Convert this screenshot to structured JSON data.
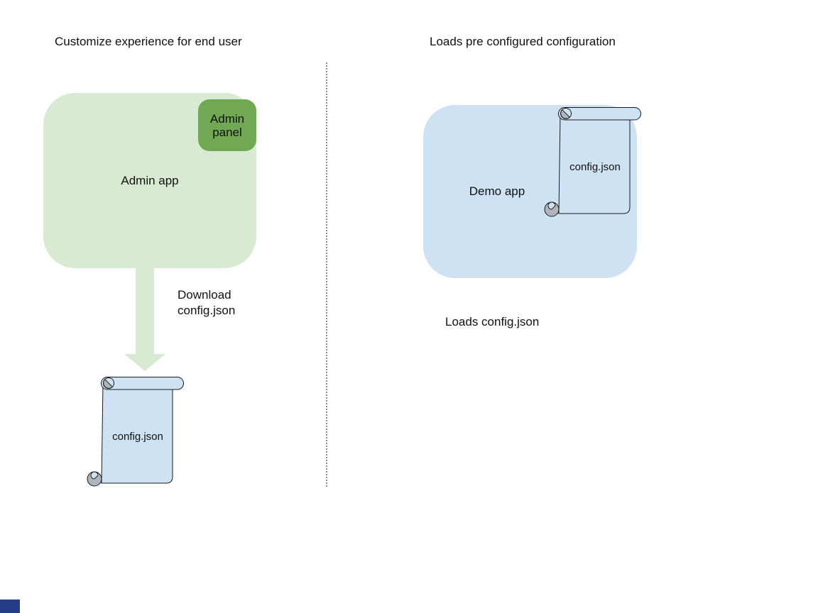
{
  "colors": {
    "light-green": "#d9ead3",
    "dark-green": "#70a854",
    "light-blue": "#cfe2f3",
    "curl-grey": "#b0b5bb",
    "divider-grey": "#8f8f8f",
    "text": "#111111",
    "corner-blue": "#243f87"
  },
  "left": {
    "title": "Customize experience for end user",
    "app_label": "Admin app",
    "panel_label": "Admin\npanel",
    "arrow_label": "Download\nconfig.json",
    "scroll_label": "config.json"
  },
  "right": {
    "title": "Loads pre configured configuration",
    "app_label": "Demo app",
    "scroll_label": "config.json",
    "caption": "Loads config.json"
  }
}
